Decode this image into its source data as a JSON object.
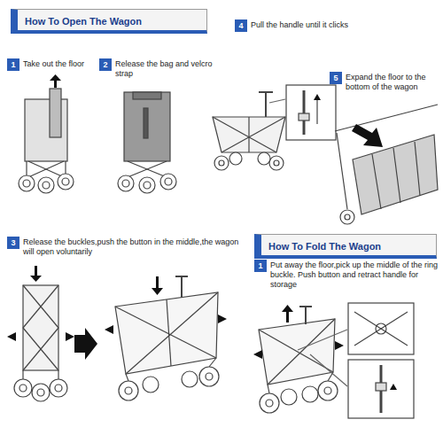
{
  "diagram": {
    "nodes": [
      {
        "text": [
          "How To Open The Wagon"
        ]
      },
      {
        "text": [
          "1"
        ]
      },
      {
        "text": [
          "2"
        ]
      },
      {
        "text": [
          "4"
        ]
      },
      {
        "text": [
          "5"
        ]
      },
      {
        "text": [
          "3"
        ]
      },
      {
        "text": [
          "How To Fold The Wagon"
        ]
      },
      {
        "text": [
          "1"
        ]
      }
    ],
    "labels": [
      "Take out the floor",
      "Release the bag and velcro strap",
      "Pull the handle until it clicks",
      "Expand the floor to the bottom of the wagon",
      "Release the buckles,push the button in the middle,the wagon will open voluntarily",
      "Put away the floor,pick up the middle of the ring buckle. Push button and retract handle for storage"
    ]
  }
}
